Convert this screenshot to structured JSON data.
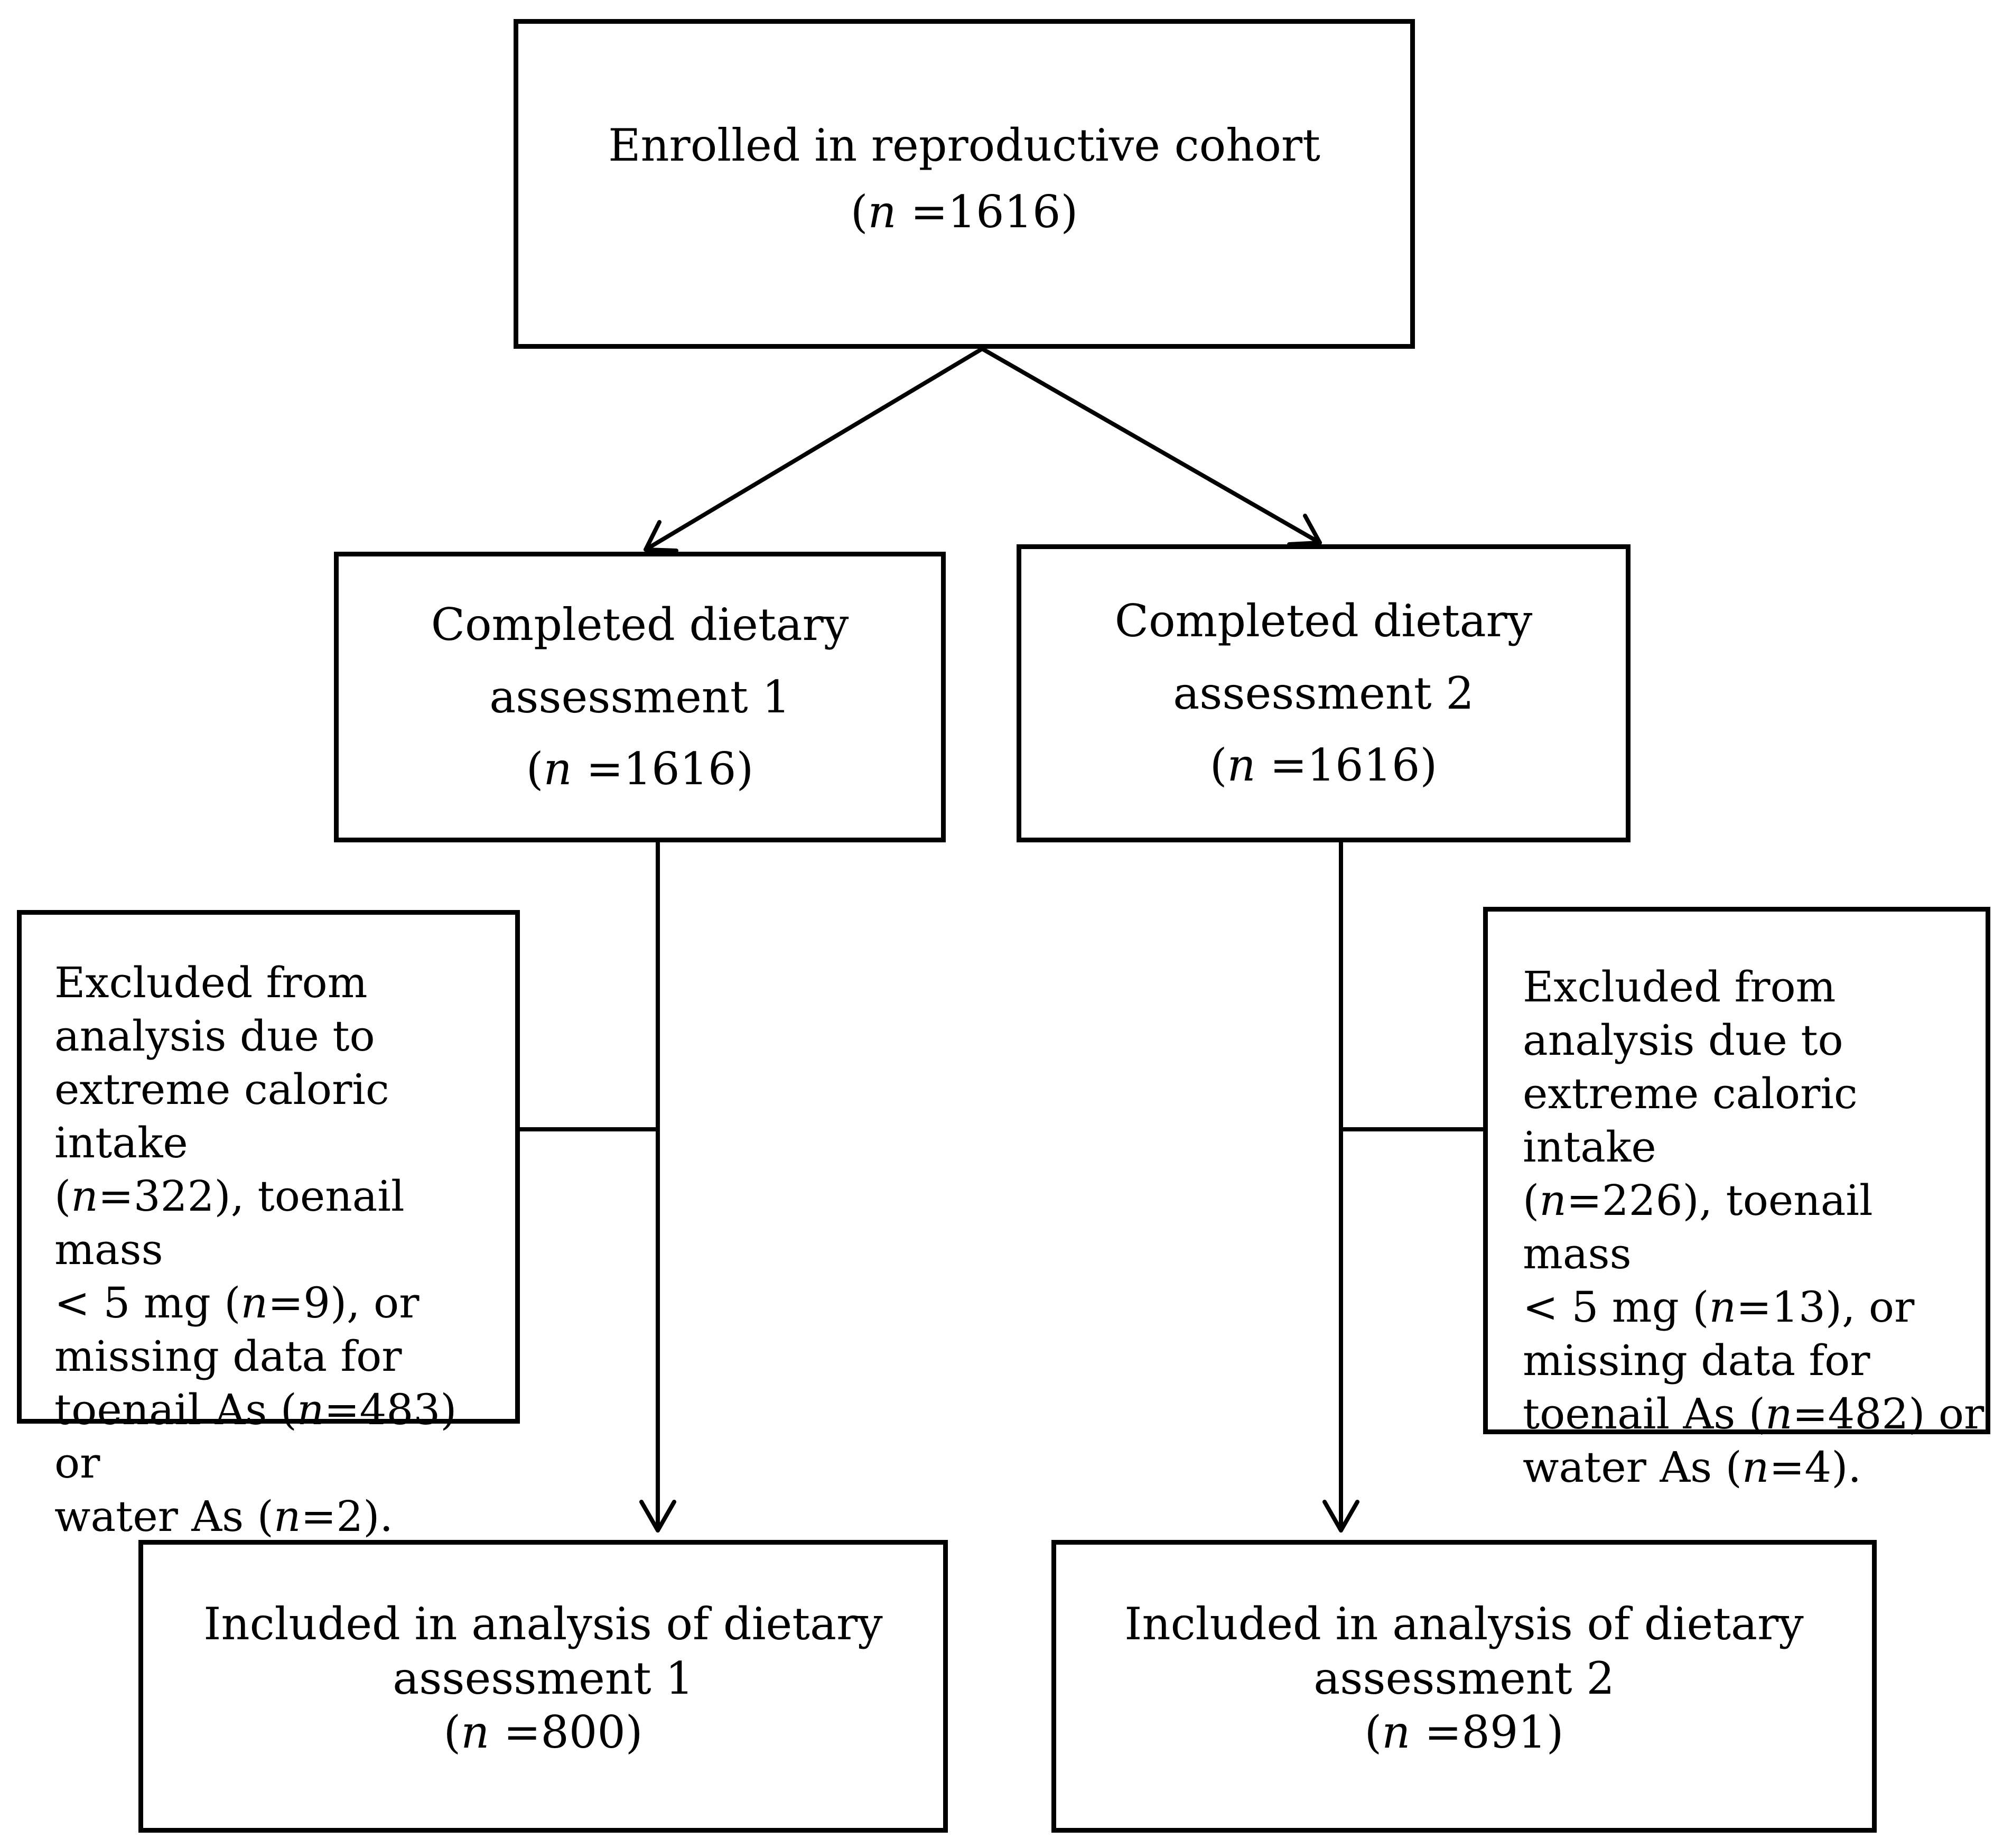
{
  "colors": {
    "stroke": "#000000",
    "background": "#ffffff",
    "text": "#000000"
  },
  "enrolled": {
    "label": "Enrolled in reproductive cohort",
    "n_prefix": "(",
    "n_var": "n",
    "n_value": " =1616)"
  },
  "assessment1": {
    "line1": "Completed dietary",
    "line2": "assessment 1",
    "n_prefix": "(",
    "n_var": "n",
    "n_value": " =1616)"
  },
  "assessment2": {
    "line1": "Completed dietary",
    "line2": "assessment 2",
    "n_prefix": "(",
    "n_var": "n",
    "n_value": " =1616)"
  },
  "excluded1": {
    "l1": "Excluded from",
    "l2": "analysis due to",
    "l3": "extreme caloric intake",
    "l4a": "(",
    "l4n": "n",
    "l4b": "=322), toenail mass",
    "l5a": "< 5 mg (",
    "l5n": "n",
    "l5b": "=9), or",
    "l6": "missing data for",
    "l7a": "toenail As (",
    "l7n": "n",
    "l7b": "=483) or",
    "l8a": "water As (",
    "l8n": "n",
    "l8b": "=2)."
  },
  "excluded2": {
    "l1": "Excluded from",
    "l2": "analysis due to",
    "l3": "extreme caloric intake",
    "l4a": "(",
    "l4n": "n",
    "l4b": "=226), toenail mass",
    "l5a": "< 5 mg (",
    "l5n": "n",
    "l5b": "=13), or",
    "l6": "missing data for",
    "l7a": "toenail As (",
    "l7n": "n",
    "l7b": "=482) or",
    "l8a": "water As (",
    "l8n": "n",
    "l8b": "=4)."
  },
  "included1": {
    "line1": "Included in analysis of dietary",
    "line2": "assessment 1",
    "n_prefix": "(",
    "n_var": "n",
    "n_value": " =800)"
  },
  "included2": {
    "line1": "Included in analysis of dietary",
    "line2": "assessment 2",
    "n_prefix": "(",
    "n_var": "n",
    "n_value": " =891)"
  }
}
